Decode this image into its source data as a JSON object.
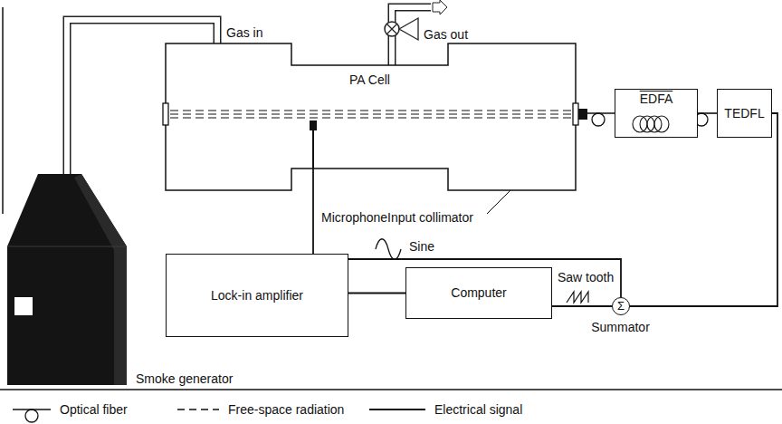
{
  "diagram": {
    "nodes": [
      {
        "text": [
          "PA Cell"
        ]
      },
      {
        "text": [
          "EDFA"
        ]
      },
      {
        "text": [
          "TEDFL"
        ]
      },
      {
        "text": [
          "Lock-in amplifier"
        ]
      },
      {
        "text": [
          "Computer"
        ]
      },
      {
        "text": [
          "Σ",
          "Summator"
        ]
      },
      {
        "text": [
          "Smoke generator"
        ]
      }
    ],
    "edges": [
      {
        "from": 6,
        "to": 0,
        "arrow": "none"
      },
      {
        "from": 0,
        "to": 1,
        "arrow": "none"
      },
      {
        "from": 1,
        "to": 2,
        "arrow": "none"
      },
      {
        "from": 2,
        "to": 5,
        "arrow": "none"
      },
      {
        "from": 0,
        "to": 3,
        "arrow": "none"
      },
      {
        "from": 3,
        "to": 4,
        "arrow": "none"
      },
      {
        "from": 3,
        "to": 5,
        "label": "Sine",
        "arrow": "none"
      },
      {
        "from": 4,
        "to": 5,
        "label": "Saw tooth",
        "arrow": "none"
      }
    ],
    "labels": [
      "Gas in",
      "Gas out",
      "Microphone",
      "Input collimator"
    ],
    "legend": [
      {
        "text": "Optical fiber"
      },
      {
        "text": "Free-space radiation"
      },
      {
        "text": "Electrical signal"
      }
    ]
  }
}
